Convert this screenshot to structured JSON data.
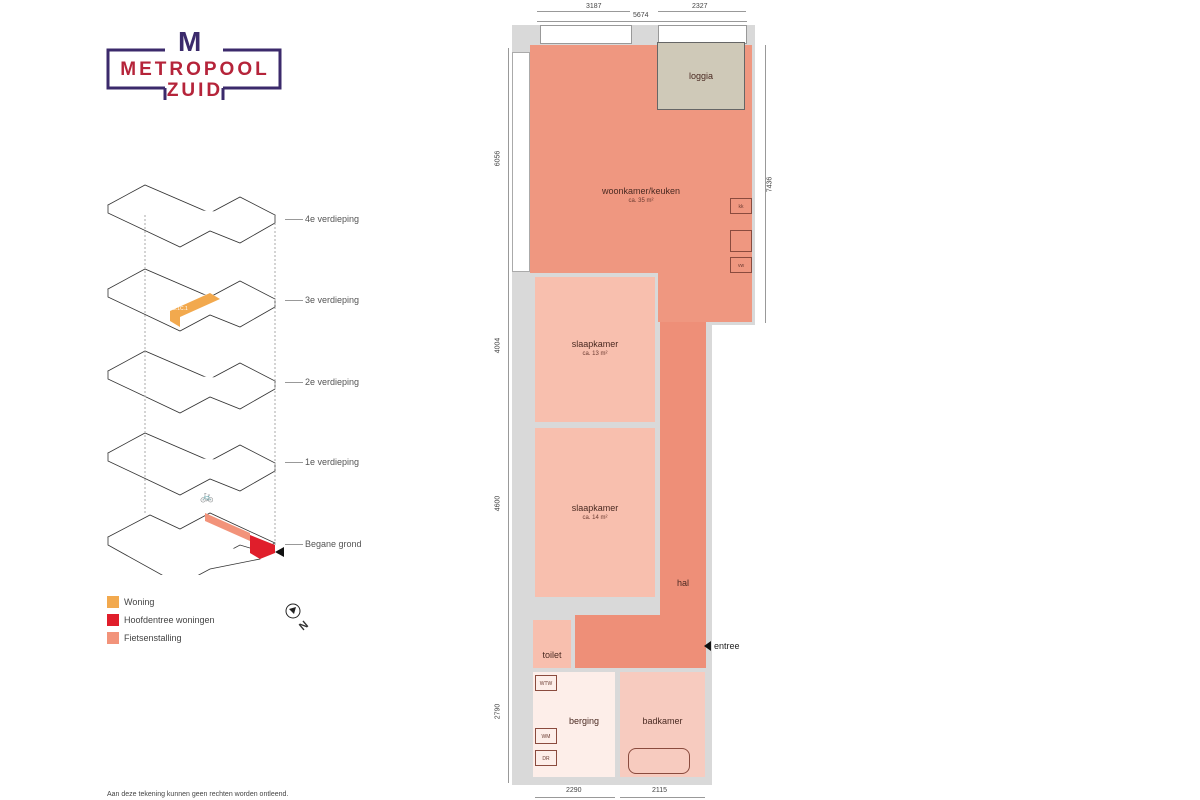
{
  "logo": {
    "letter": "M",
    "line1": "METROPOOL",
    "line2": "ZUID"
  },
  "floors": [
    {
      "label": "4e verdieping"
    },
    {
      "label": "3e verdieping",
      "unit_label": "3.1C.1"
    },
    {
      "label": "2e verdieping"
    },
    {
      "label": "1e verdieping"
    },
    {
      "label": "Begane grond"
    }
  ],
  "legend": [
    {
      "label": "Woning",
      "color": "#f2a94e"
    },
    {
      "label": "Hoofdentree woningen",
      "color": "#e01e2b"
    },
    {
      "label": "Fietsenstalling",
      "color": "#f2937a"
    }
  ],
  "compass": {
    "north": "N"
  },
  "rooms": {
    "woonkamer": {
      "name": "woonkamer/keuken",
      "area": "ca. 35 m²"
    },
    "loggia": {
      "name": "loggia"
    },
    "slaapkamer1": {
      "name": "slaapkamer",
      "area": "ca. 13 m²"
    },
    "slaapkamer2": {
      "name": "slaapkamer",
      "area": "ca. 14 m²"
    },
    "hal": {
      "name": "hal"
    },
    "toilet": {
      "name": "toilet"
    },
    "berging": {
      "name": "berging"
    },
    "badkamer": {
      "name": "badkamer"
    }
  },
  "appliances": {
    "kk": "kk",
    "vw": "vw",
    "wtw": "WTW",
    "wm": "WM",
    "dr": "DR"
  },
  "entree": "entree",
  "dimensions": {
    "top_left": "3187",
    "top_right": "2327",
    "top_total": "5674",
    "left_1": "6056",
    "left_2": "4004",
    "left_3": "4600",
    "left_4": "2790",
    "right": "7436",
    "bottom_left": "2290",
    "bottom_right": "2115"
  },
  "disclaimer": "Aan deze tekening kunnen geen rechten worden ontleend."
}
